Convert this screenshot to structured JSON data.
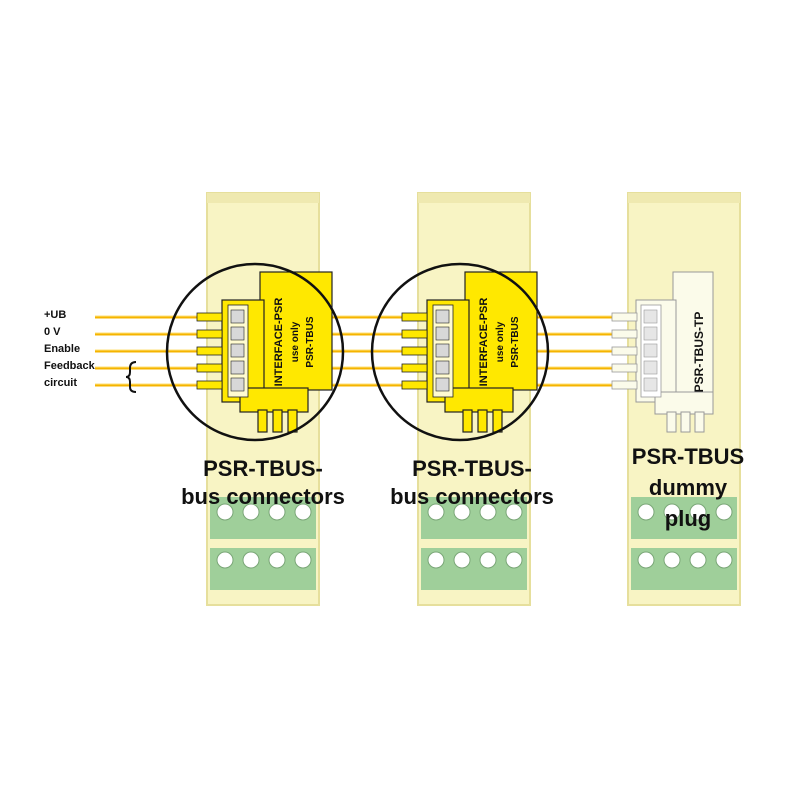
{
  "wire_labels": {
    "ub": "+UB",
    "zero_v": "0 V",
    "enable": "Enable",
    "feedback": "Feedback",
    "circuit": "circuit"
  },
  "connector": {
    "line1": "INTERFACE-PSR",
    "line2": "use only",
    "line3": "PSR-TBUS"
  },
  "dummy_plug_label": "PSR-TBUS-TP",
  "captions": {
    "bus1_line1": "PSR-TBUS-",
    "bus1_line2": "bus connectors",
    "bus2_line1": "PSR-TBUS-",
    "bus2_line2": "bus connectors",
    "dummy_line1": "PSR-TBUS",
    "dummy_line2": "dummy",
    "dummy_line3": "plug"
  },
  "colors": {
    "module_body": "#f8f4c4",
    "module_outline": "#e6df9c",
    "wire": "#f5b400",
    "connector": "#ffe800",
    "terminal_green": "#9fcf9a",
    "dummy_plug": "#fbfbea"
  }
}
